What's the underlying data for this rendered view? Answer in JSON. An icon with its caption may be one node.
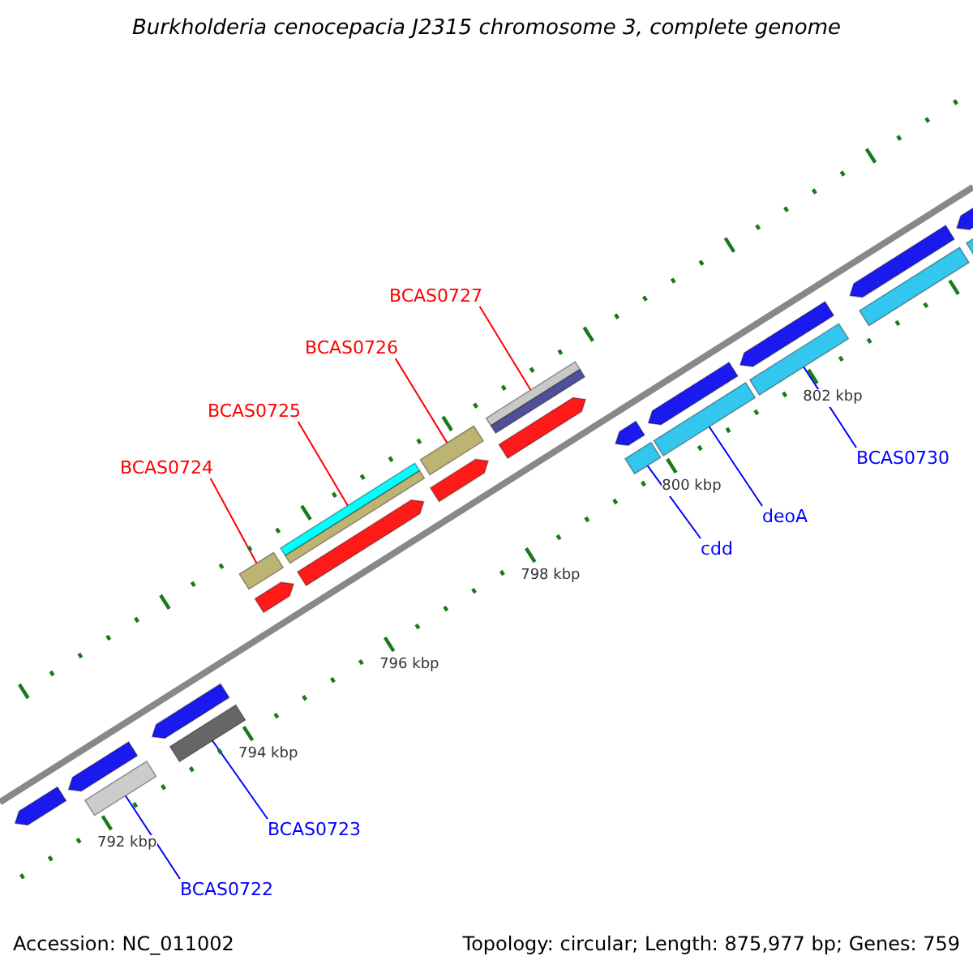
{
  "diagram": {
    "title": "Burkholderia cenocepacia J2315 chromosome 3, complete genome",
    "nodes": [
      {
        "text": [
          "BCAS0727"
        ]
      },
      {
        "text": [
          "BCAS0726"
        ]
      },
      {
        "text": [
          "BCAS0725"
        ]
      },
      {
        "text": [
          "BCAS0730"
        ]
      },
      {
        "text": [
          "BCAS0724"
        ]
      },
      {
        "text": [
          "deoA"
        ]
      },
      {
        "text": [
          "cdd"
        ]
      },
      {
        "text": [
          "BCAS0723"
        ]
      },
      {
        "text": [
          "BCAS0722"
        ]
      },
      {
        "text": [],
        "shape": "arrow"
      },
      {
        "text": [],
        "shape": "arrow"
      },
      {
        "text": [],
        "shape": "bar"
      },
      {
        "text": [],
        "shape": "arrow"
      },
      {
        "text": [],
        "shape": "bar"
      },
      {
        "text": [],
        "shape": "bar"
      },
      {
        "text": [],
        "shape": "arrow"
      },
      {
        "text": [],
        "shape": "bar"
      },
      {
        "text": [],
        "shape": "arrow"
      },
      {
        "text": [],
        "shape": "arrow"
      },
      {
        "text": [],
        "shape": "bar"
      },
      {
        "text": [],
        "shape": "arrow"
      },
      {
        "text": [],
        "shape": "bar"
      },
      {
        "text": [],
        "shape": "arrow"
      },
      {
        "text": [],
        "shape": "bar"
      },
      {
        "text": [],
        "shape": "bar"
      },
      {
        "text": [],
        "shape": "arrow"
      },
      {
        "text": [],
        "shape": "arrow"
      },
      {
        "text": [],
        "shape": "bar"
      },
      {
        "text": [],
        "shape": "arrow"
      },
      {
        "text": [],
        "shape": "bar"
      },
      {
        "text": [],
        "shape": "arrow"
      },
      {
        "text": [],
        "shape": "bar"
      }
    ],
    "edges": [
      {
        "from": 0,
        "to": 21,
        "arrow": "none",
        "color": "#ff0000"
      },
      {
        "from": 1,
        "to": 19,
        "arrow": "none",
        "color": "#ff0000"
      },
      {
        "from": 2,
        "to": 16,
        "arrow": "none",
        "color": "#ff0000"
      },
      {
        "from": 3,
        "to": 27,
        "arrow": "none"
      },
      {
        "from": 4,
        "to": 14,
        "arrow": "none",
        "color": "#ff0000"
      },
      {
        "from": 5,
        "to": 24,
        "arrow": "none"
      },
      {
        "from": 6,
        "to": 23,
        "arrow": "none"
      },
      {
        "from": 7,
        "to": 13,
        "arrow": "none"
      },
      {
        "from": 8,
        "to": 11,
        "arrow": "none"
      }
    ],
    "labels": [
      "802 kbp",
      "800 kbp",
      "798 kbp",
      "796 kbp",
      "794 kbp",
      "792 kbp",
      "Accession: NC_011002",
      "Topology: circular; Length: 875,977 bp; Genes: 759"
    ]
  }
}
